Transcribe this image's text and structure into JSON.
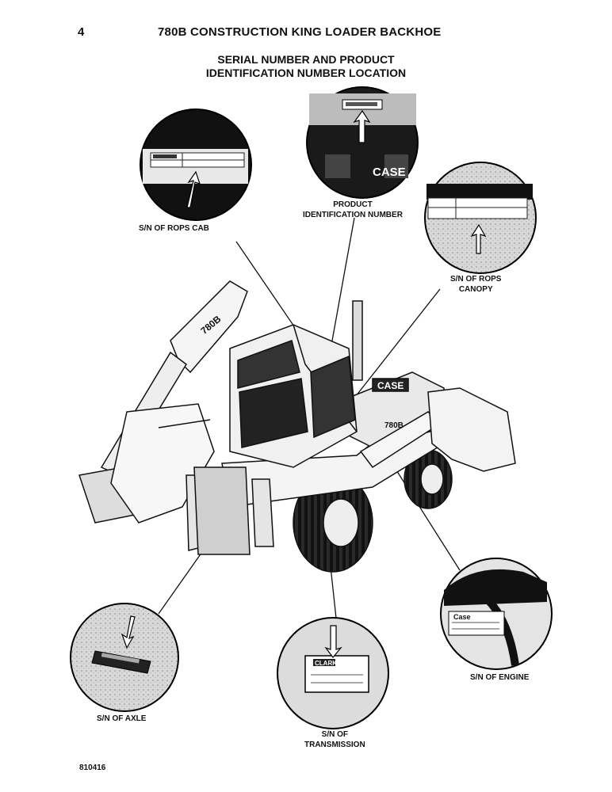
{
  "header": {
    "page_number": "4",
    "doc_title": "780B CONSTRUCTION KING LOADER BACKHOE"
  },
  "title": {
    "line1": "SERIAL NUMBER AND PRODUCT",
    "line2": "IDENTIFICATION NUMBER LOCATION"
  },
  "callouts": {
    "rops_cab": "S/N OF ROPS CAB",
    "pin_line1": "PRODUCT",
    "pin_line2": "IDENTIFICATION NUMBER",
    "canopy_line1": "S/N OF ROPS",
    "canopy_line2": "CANOPY",
    "engine": "S/N OF ENGINE",
    "axle": "S/N OF AXLE",
    "trans_line1": "S/N OF",
    "trans_line2": "TRANSMISSION"
  },
  "machine_markings": {
    "boom": "780B",
    "hood": "CASE",
    "loader_arm": "780B",
    "plate": "CLARK",
    "engine_plate": "Case"
  },
  "figure_code": "810416"
}
